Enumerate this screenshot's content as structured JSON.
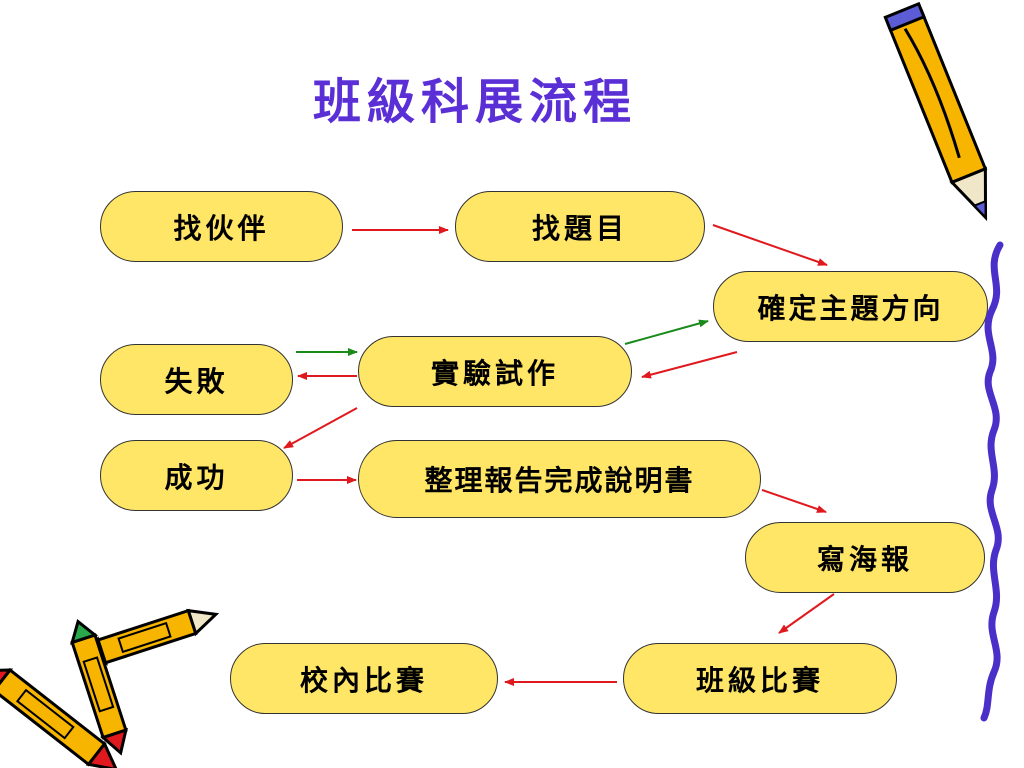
{
  "title": "班級科展流程",
  "nodes": {
    "find_partner": "找伙伴",
    "find_topic": "找題目",
    "confirm_direction": "確定主題方向",
    "fail": "失敗",
    "experiment": "實驗試作",
    "success": "成功",
    "report": "整理報告完成說明書",
    "poster": "寫海報",
    "school_contest": "校內比賽",
    "class_contest": "班級比賽"
  },
  "colors": {
    "title": "#5b2fd6",
    "node_fill": "#ffe666",
    "arrow_red": "#e0191e",
    "arrow_green": "#1a8a1a"
  },
  "edges": [
    {
      "from": "find_partner",
      "to": "find_topic",
      "color": "red"
    },
    {
      "from": "find_topic",
      "to": "confirm_direction",
      "color": "red"
    },
    {
      "from": "experiment",
      "to": "confirm_direction",
      "color": "green"
    },
    {
      "from": "confirm_direction",
      "to": "experiment",
      "color": "red"
    },
    {
      "from": "fail",
      "to": "experiment",
      "color": "green"
    },
    {
      "from": "experiment",
      "to": "fail",
      "color": "red"
    },
    {
      "from": "experiment",
      "to": "success",
      "color": "red"
    },
    {
      "from": "success",
      "to": "report",
      "color": "red"
    },
    {
      "from": "report",
      "to": "poster",
      "color": "red"
    },
    {
      "from": "poster",
      "to": "class_contest",
      "color": "red"
    },
    {
      "from": "class_contest",
      "to": "school_contest",
      "color": "red"
    }
  ],
  "decorations": [
    "pencil-icon",
    "crayons-icon",
    "squiggle-line"
  ]
}
